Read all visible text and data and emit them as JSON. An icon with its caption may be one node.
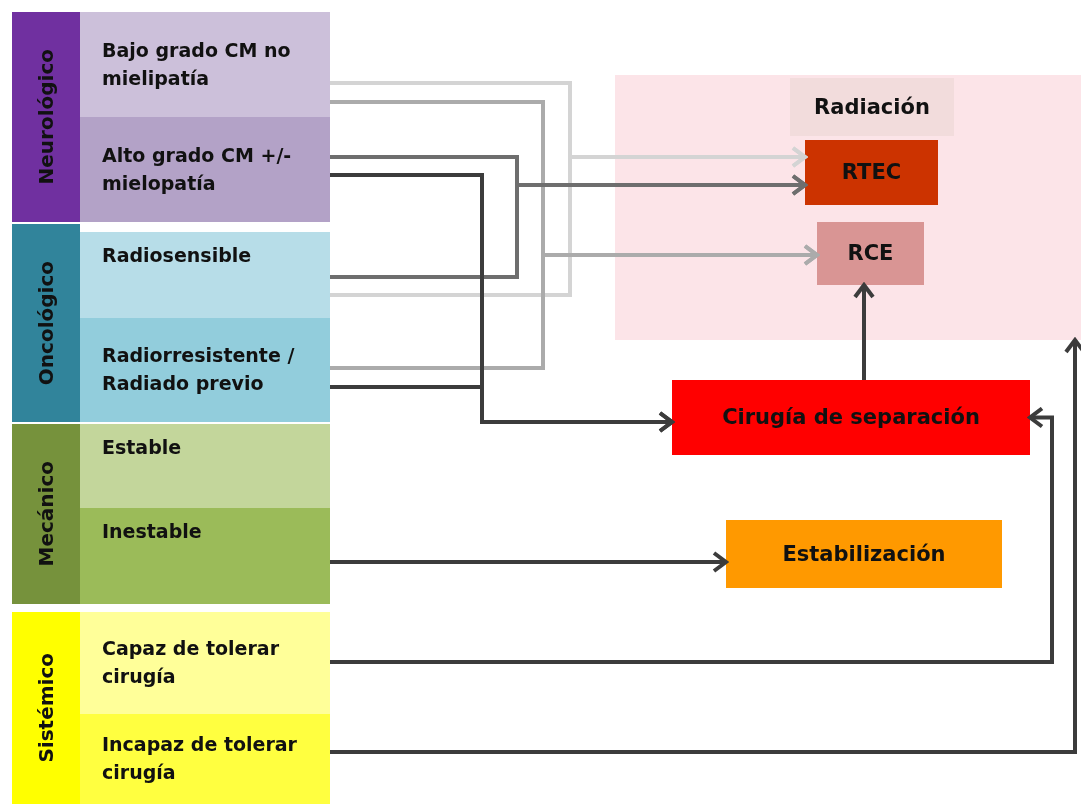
{
  "diagram": {
    "nodes": [
      {
        "text": [
          "Neurológico"
        ]
      },
      {
        "text": [
          "Bajo grado CM no mielipatía"
        ]
      },
      {
        "text": [
          "Alto grado CM +/- mielopatía"
        ]
      },
      {
        "text": [
          "Oncológico"
        ]
      },
      {
        "text": [
          "Radiosensible"
        ]
      },
      {
        "text": [
          "Radiorresistente / Radiado previo"
        ]
      },
      {
        "text": [
          "Mecánico"
        ]
      },
      {
        "text": [
          "Estable"
        ]
      },
      {
        "text": [
          "Inestable"
        ]
      },
      {
        "text": [
          "Sistémico"
        ]
      },
      {
        "text": [
          "Capaz de tolerar cirugía"
        ]
      },
      {
        "text": [
          "Incapaz de tolerar cirugía"
        ]
      },
      {
        "text": [
          "Radiación"
        ]
      },
      {
        "text": [
          "RTEC"
        ],
        "in": 12
      },
      {
        "text": [
          "RCE"
        ],
        "in": 12
      },
      {
        "text": [
          "Cirugía de separación"
        ]
      },
      {
        "text": [
          "Estabilización"
        ]
      }
    ],
    "edges": [
      {
        "from": 1,
        "to": 13,
        "arrow": "to",
        "color": "#d4d4d4"
      },
      {
        "from": 4,
        "to": 13,
        "arrow": "to",
        "color": "#d4d4d4"
      },
      {
        "from": 1,
        "to": 14,
        "arrow": "to",
        "color": "#ababab"
      },
      {
        "from": 5,
        "to": 14,
        "arrow": "to",
        "color": "#ababab"
      },
      {
        "from": 2,
        "to": 13,
        "arrow": "to",
        "color": "#6e6e6e"
      },
      {
        "from": 4,
        "to": 13,
        "arrow": "to",
        "color": "#6e6e6e"
      },
      {
        "from": 2,
        "to": 15,
        "arrow": "to"
      },
      {
        "from": 5,
        "to": 15,
        "arrow": "to"
      },
      {
        "from": 15,
        "to": 14,
        "arrow": "to"
      },
      {
        "from": 8,
        "to": 16,
        "arrow": "to"
      },
      {
        "from": 10,
        "to": 15,
        "arrow": "to"
      },
      {
        "from": 11,
        "to": 12,
        "arrow": "to"
      }
    ]
  }
}
